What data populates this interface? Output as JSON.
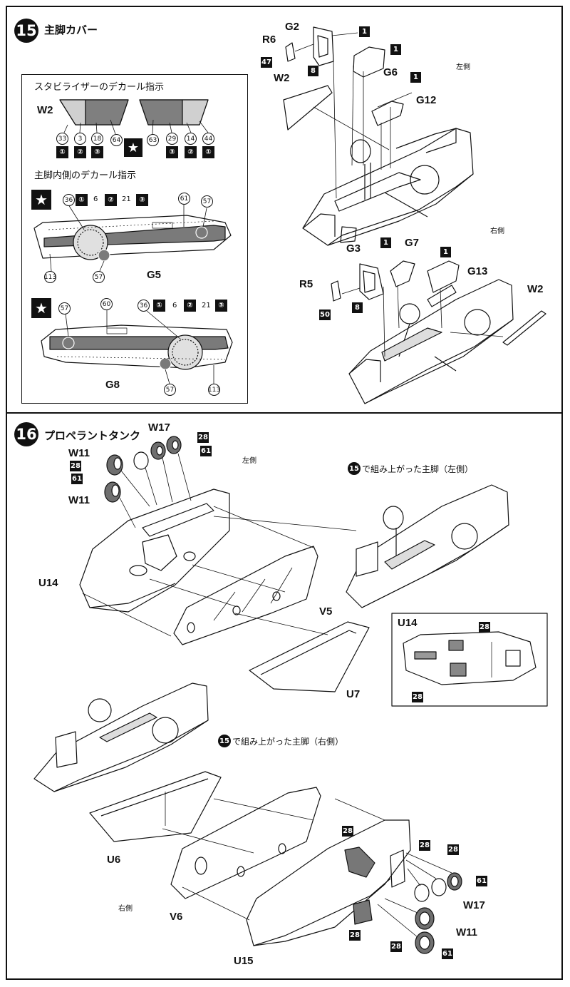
{
  "step15": {
    "number": "15",
    "title": "主脚カバー",
    "left_side": "左側",
    "right_side": "右側",
    "decal_box": {
      "stabilizer_title": "スタビライザーのデカール指示",
      "stabilizer_part": "W2",
      "left_numbers": [
        "33",
        "3",
        "18",
        "64"
      ],
      "right_numbers": [
        "63",
        "29",
        "14",
        "44"
      ],
      "inner_title": "主脚内側のデカール指示",
      "g5": {
        "part": "G5",
        "nums": [
          "36",
          "6",
          "21",
          "61",
          "57",
          "57",
          "113"
        ]
      },
      "g8": {
        "part": "G8",
        "nums": [
          "57",
          "60",
          "36",
          "6",
          "21",
          "57",
          "113"
        ]
      }
    },
    "labels": {
      "g2": "G2",
      "r6": "R6",
      "w2a": "W2",
      "g6": "G6",
      "g12": "G12",
      "g3": "G3",
      "g7": "G7",
      "r5": "R5",
      "g13": "G13",
      "w2b": "W2"
    },
    "boxnums": {
      "n1": "1",
      "n47": "47",
      "n8": "8",
      "n50": "50"
    }
  },
  "step16": {
    "number": "16",
    "title": "プロペラントタンク",
    "left_side": "左側",
    "right_side": "右側",
    "ref_left": "で組み上がった主脚（左側）",
    "ref_right": "で組み上がった主脚（右側）",
    "ref_step": "15",
    "labels": {
      "w17a": "W17",
      "w11a": "W11",
      "w11b": "W11",
      "u14": "U14",
      "v5": "V5",
      "u7": "U7",
      "u14_inset": "U14",
      "u6": "U6",
      "v6": "V6",
      "u15": "U15",
      "w17b": "W17",
      "w11c": "W11"
    },
    "boxnums": {
      "n28": "28",
      "n61": "61"
    }
  },
  "colors": {
    "ink": "#111111",
    "decal_gray": "#8a8a8a",
    "light_gray": "#c8c8c8"
  }
}
